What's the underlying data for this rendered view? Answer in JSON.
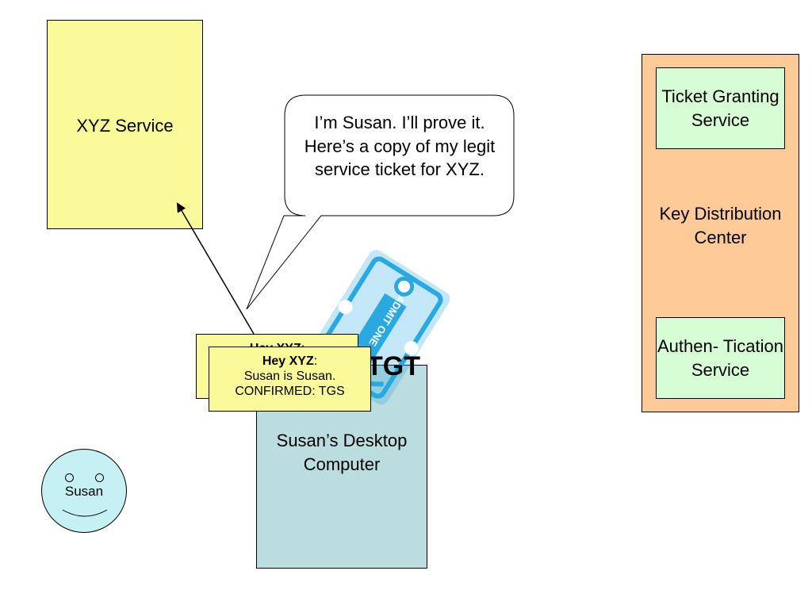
{
  "xyz_service": {
    "label": "XYZ Service"
  },
  "bubble": {
    "text": "I’m Susan.  I’ll prove it.  Here’s a copy of my legit service ticket for XYZ."
  },
  "kdc": {
    "label": "Key Distribution Center",
    "tgs_label": "Ticket Granting Service",
    "as_label": "Authen- Tication Service"
  },
  "ticket_back": {
    "heading": "Hey XYZ",
    "suffix": ":"
  },
  "ticket_front": {
    "heading": "Hey XYZ",
    "suffix": ":",
    "line1": "Susan is Susan.",
    "line2": "CONFIRMED: TGS"
  },
  "tgt": {
    "label": "TGT",
    "icon": "admit-one-ticket-icon",
    "stamp": "ADMIT ONE",
    "color": "#29a9e0"
  },
  "desktop": {
    "label": "Susan’s Desktop Computer"
  },
  "susan": {
    "label": "Susan"
  },
  "colors": {
    "xyz": "#fbfa9b",
    "kdc": "#fdca98",
    "kdc_service": "#d6fdd4",
    "desktop": "#bbdde0",
    "susan": "#c5f0f4"
  }
}
